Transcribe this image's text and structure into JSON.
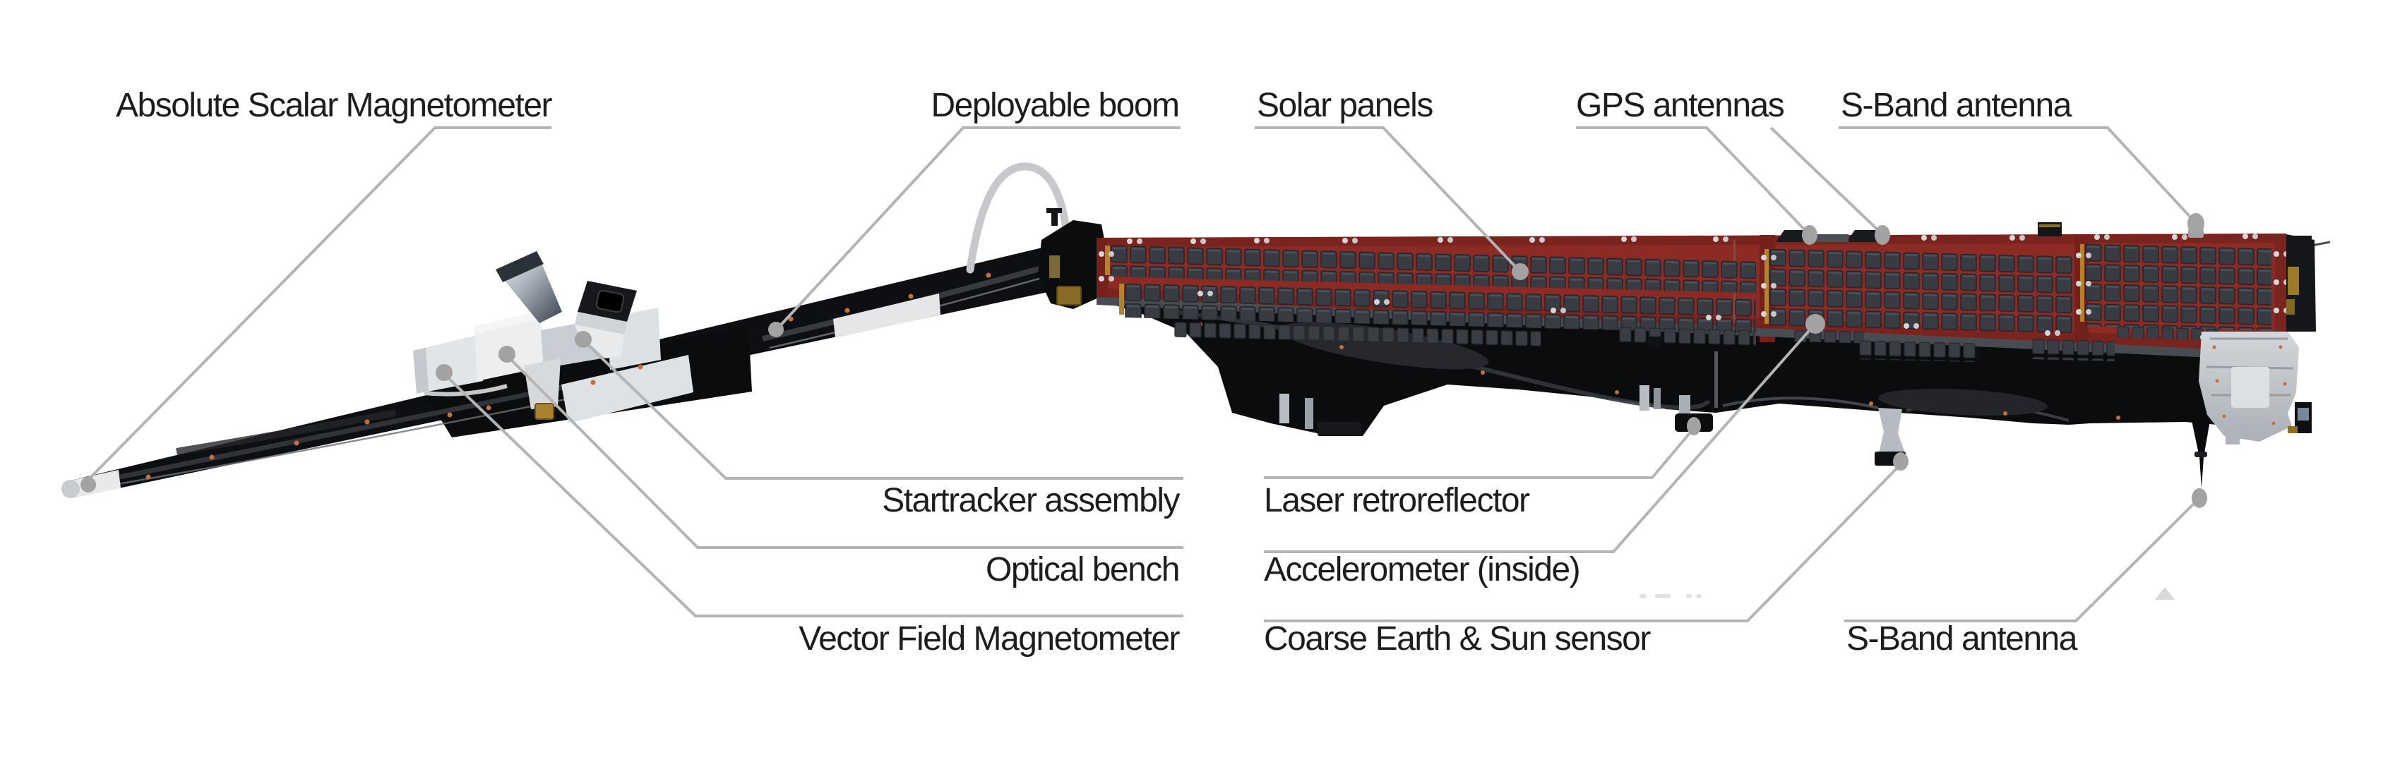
{
  "diagram": {
    "subject": "satellite-component-callout-diagram",
    "labels": {
      "absolute_scalar_magnetometer": "Absolute Scalar Magnetometer",
      "deployable_boom": "Deployable boom",
      "solar_panels": "Solar panels",
      "gps_antennas": "GPS antennas",
      "sband_antenna_top": "S-Band antenna",
      "startracker_assembly": "Startracker assembly",
      "optical_bench": "Optical bench",
      "vector_field_magnetometer": "Vector Field Magnetometer",
      "laser_retroreflector": "Laser retroreflector",
      "accelerometer": "Accelerometer (inside)",
      "coarse_earth_sun_sensor": "Coarse Earth & Sun sensor",
      "sband_antenna_bottom": "S-Band antenna"
    },
    "colors": {
      "background": "#ffffff",
      "leader_line": "#b4b4b4",
      "callout_dot": "#a3a3a3",
      "label_text": "#1d1d1b",
      "panel_red": "#8c2a24",
      "panel_red_dark": "#74211c",
      "solar_cell": "#383b41",
      "hull_black": "#0c0d0f",
      "bench_white": "#e2e5e8",
      "cable_gray": "#c7c8cc",
      "gold_connector": "#a8812f"
    }
  }
}
